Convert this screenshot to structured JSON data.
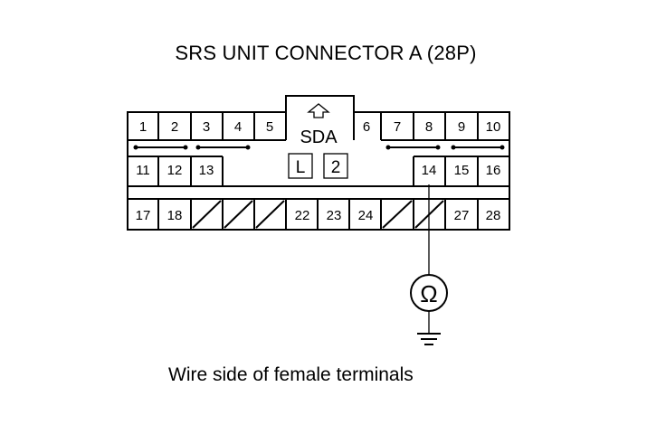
{
  "title": "SRS UNIT CONNECTOR A (28P)",
  "caption": "Wire side of female terminals",
  "connector": {
    "key_label": "SDA",
    "boxes": [
      "L",
      "2"
    ],
    "row1_left": [
      "1",
      "2",
      "3",
      "4",
      "5"
    ],
    "row1_right": [
      "6",
      "7",
      "8",
      "9",
      "10"
    ],
    "row2_left": [
      "11",
      "12",
      "13"
    ],
    "row2_right": [
      "14",
      "15",
      "16"
    ],
    "row3": [
      "17",
      "18",
      "",
      "",
      "",
      "22",
      "23",
      "24",
      "",
      "",
      "27",
      "28"
    ]
  },
  "meter": {
    "symbol": "Ω",
    "probe_terminal": "14"
  }
}
